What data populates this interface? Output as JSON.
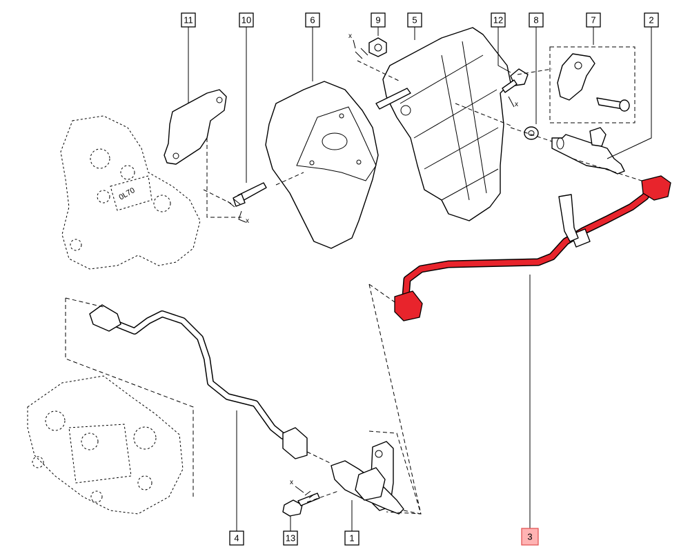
{
  "callouts": [
    {
      "id": "11",
      "highlight": false
    },
    {
      "id": "10",
      "highlight": false
    },
    {
      "id": "6",
      "highlight": false
    },
    {
      "id": "9",
      "highlight": false
    },
    {
      "id": "5",
      "highlight": false
    },
    {
      "id": "12",
      "highlight": false
    },
    {
      "id": "8",
      "highlight": false
    },
    {
      "id": "7",
      "highlight": false
    },
    {
      "id": "2",
      "highlight": false
    },
    {
      "id": "4",
      "highlight": false
    },
    {
      "id": "13",
      "highlight": false
    },
    {
      "id": "1",
      "highlight": false
    },
    {
      "id": "3",
      "highlight": true
    }
  ],
  "dimension_marks": {
    "x_label": "x"
  },
  "colors": {
    "highlight_pipe": "#e8242c",
    "highlight_box": "#ffb3b3",
    "line": "#000000"
  }
}
